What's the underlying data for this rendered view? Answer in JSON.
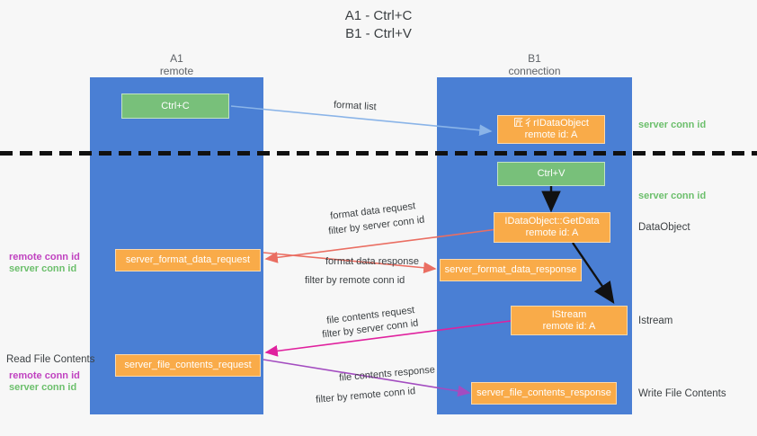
{
  "title": {
    "line1": "A1 - Ctrl+C",
    "line2": "B1 - Ctrl+V"
  },
  "columns": [
    {
      "name": "A1",
      "sub": "remote"
    },
    {
      "name": "B1",
      "sub": "connection"
    }
  ],
  "boxes": {
    "ctrl_c": {
      "label": "Ctrl+C",
      "color": "#78c07a"
    },
    "ctrl_v": {
      "label": "Ctrl+V",
      "color": "#78c07a"
    },
    "idataobject": {
      "line1": "匠彳rIDataObject",
      "line2": "remote id: A",
      "color": "#f9ab49"
    },
    "idataobject_getdata": {
      "line1": "IDataObject::GetData",
      "line2": "remote id: A",
      "color": "#f9ab49"
    },
    "istream": {
      "line1": "IStream",
      "line2": "remote id: A",
      "color": "#f9ab49"
    },
    "server_format_data_request": {
      "label": "server_format_data_request",
      "color": "#f9ab49"
    },
    "server_format_data_response": {
      "label": "server_format_data_response",
      "color": "#f9ab49"
    },
    "server_file_contents_request": {
      "label": "server_file_contents_request",
      "color": "#f9ab49"
    },
    "server_file_contents_response": {
      "label": "server_file_contents_response",
      "color": "#f9ab49"
    }
  },
  "edge_labels": {
    "format_list": "format list",
    "format_data_request": "format data request",
    "format_data_request_filter_prefix": "filter by ",
    "format_data_request_filter_value": "server conn id",
    "format_data_response": "format data response",
    "format_data_response_filter_prefix": "filter by ",
    "format_data_response_filter_value": "remote conn id",
    "file_contents_request": "file contents request",
    "file_contents_request_filter_prefix": "filter by ",
    "file_contents_request_filter_value": "server conn id",
    "file_contents_response": "file contents response",
    "file_contents_response_filter_prefix": "filter by ",
    "file_contents_response_filter_value": "remote conn id"
  },
  "right_labels": {
    "server_conn_id_top": "server conn id",
    "server_conn_id_mid": "server conn id",
    "dataobject": "DataObject",
    "istream": "Istream",
    "write_file_contents": "Write File Contents"
  },
  "left_labels": {
    "remote_conn_id_upper": "remote conn id",
    "server_conn_id_upper": "server conn id",
    "read_file_contents": "Read File Contents",
    "remote_conn_id_lower": "remote conn id",
    "server_conn_id_lower": "server conn id"
  },
  "colors": {
    "lane": "#4a7fd4",
    "green_box": "#78c07a",
    "orange_box": "#f9ab49",
    "green_text": "#5cb85c",
    "magenta_text": "#cc44cc",
    "arrow_light_blue": "#8ab4e8",
    "arrow_red": "#ea6e62",
    "arrow_magenta": "#e0219e",
    "arrow_purple": "#a34cc0",
    "arrow_black": "#111111",
    "background": "#f7f7f7"
  }
}
